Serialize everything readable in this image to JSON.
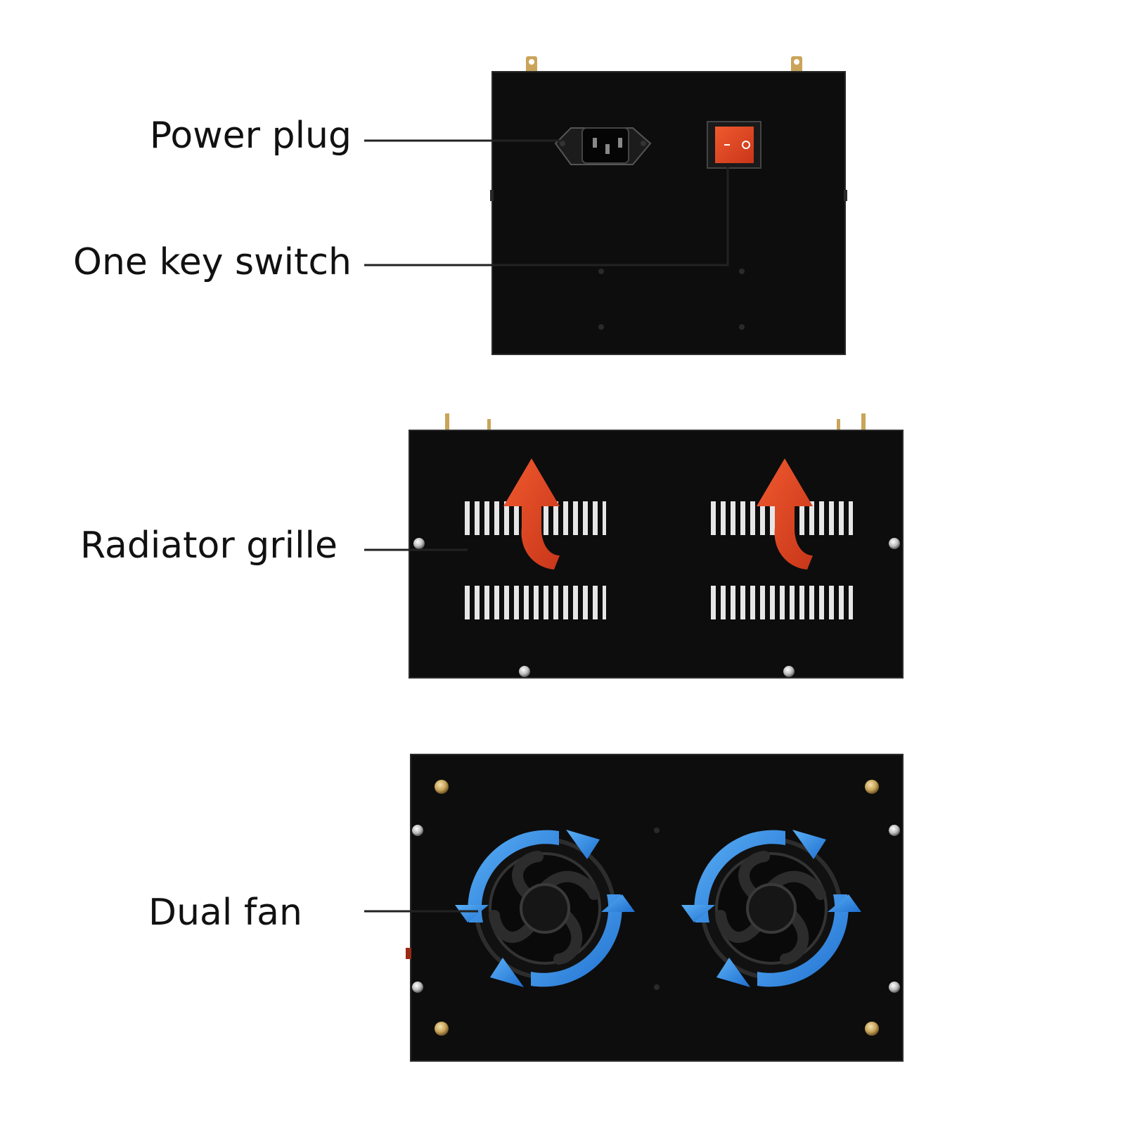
{
  "callouts": {
    "power_plug": "Power plug",
    "one_key_switch": "One key switch",
    "radiator_grille": "Radiator grille",
    "dual_fan": "Dual fan"
  },
  "colors": {
    "panel": "#0d0d0d",
    "switch_red": "#e32212",
    "airflow_arrow": "#e2532a",
    "fan_arrow": "#2f8fe6",
    "brass_screw": "#c9a45a",
    "silver_screw": "#c8c8c8"
  }
}
